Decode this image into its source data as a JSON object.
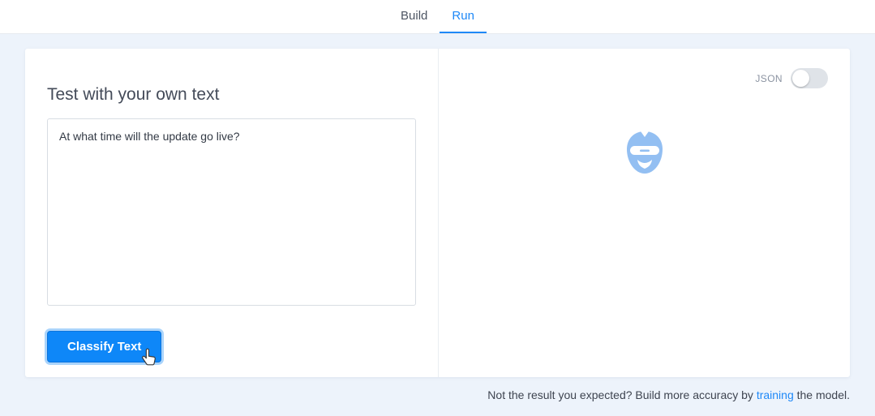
{
  "tabs": {
    "build": "Build",
    "run": "Run"
  },
  "test_panel": {
    "heading": "Test with your own text",
    "input_value": "At what time will the update go live?",
    "classify_button_label": "Classify Text"
  },
  "result_panel": {
    "json_toggle_label": "JSON",
    "json_toggle_state": "off"
  },
  "footer": {
    "text_before_link": "Not the result you expected? Build more accuracy by ",
    "link_text": "training",
    "text_after_link": " the model."
  },
  "colors": {
    "accent_blue": "#1e88f7",
    "button_blue": "#0e87f8",
    "bot_icon_blue": "#93bff2",
    "page_background": "#edf3fb"
  }
}
